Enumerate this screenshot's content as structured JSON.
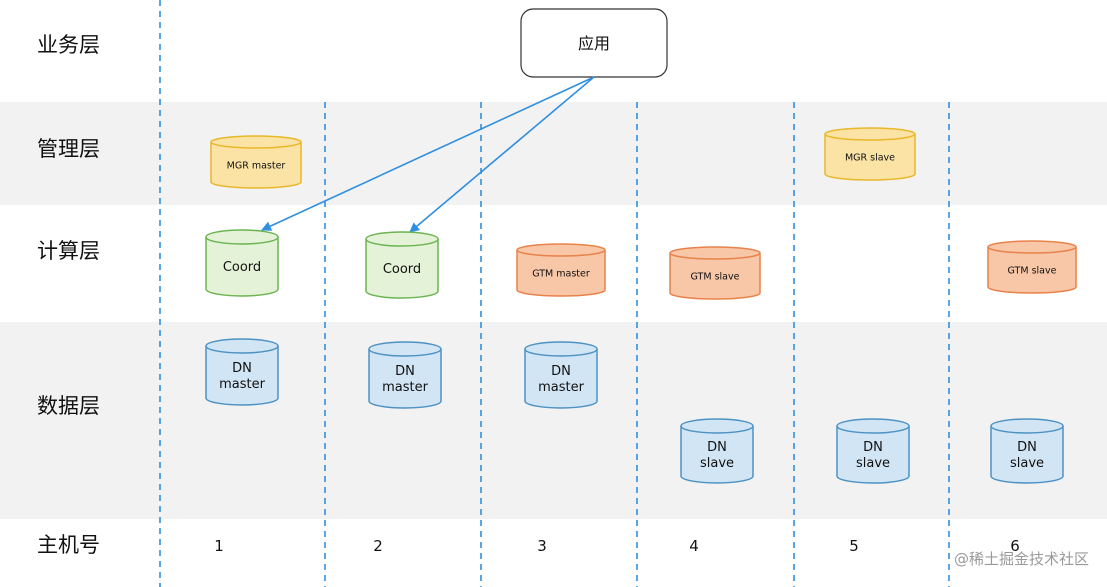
{
  "layers": [
    {
      "key": "business",
      "label": "业务层"
    },
    {
      "key": "management",
      "label": "管理层"
    },
    {
      "key": "compute",
      "label": "计算层"
    },
    {
      "key": "data",
      "label": "数据层"
    },
    {
      "key": "host",
      "label": "主机号"
    }
  ],
  "app_box": {
    "label": "应用"
  },
  "hosts": [
    "1",
    "2",
    "3",
    "4",
    "5",
    "6"
  ],
  "components": [
    {
      "name": "mgr-master",
      "lines": [
        "MGR master"
      ],
      "kind": "mgr",
      "host": 1,
      "layer": "management"
    },
    {
      "name": "mgr-slave",
      "lines": [
        "MGR slave"
      ],
      "kind": "mgr",
      "host": 5,
      "layer": "management"
    },
    {
      "name": "coord-1",
      "lines": [
        "Coord"
      ],
      "kind": "coord",
      "host": 1,
      "layer": "compute"
    },
    {
      "name": "coord-2",
      "lines": [
        "Coord"
      ],
      "kind": "coord",
      "host": 2,
      "layer": "compute"
    },
    {
      "name": "gtm-master",
      "lines": [
        "GTM master"
      ],
      "kind": "gtm",
      "host": 3,
      "layer": "compute"
    },
    {
      "name": "gtm-slave-4",
      "lines": [
        "GTM slave"
      ],
      "kind": "gtm",
      "host": 4,
      "layer": "compute"
    },
    {
      "name": "gtm-slave-6",
      "lines": [
        "GTM slave"
      ],
      "kind": "gtm",
      "host": 6,
      "layer": "compute"
    },
    {
      "name": "dn-master-1",
      "lines": [
        "DN",
        "master"
      ],
      "kind": "dn",
      "host": 1,
      "layer": "data"
    },
    {
      "name": "dn-master-2",
      "lines": [
        "DN",
        "master"
      ],
      "kind": "dn",
      "host": 2,
      "layer": "data"
    },
    {
      "name": "dn-master-3",
      "lines": [
        "DN",
        "master"
      ],
      "kind": "dn",
      "host": 3,
      "layer": "data"
    },
    {
      "name": "dn-slave-4",
      "lines": [
        "DN",
        "slave"
      ],
      "kind": "dn",
      "host": 4,
      "layer": "data"
    },
    {
      "name": "dn-slave-5",
      "lines": [
        "DN",
        "slave"
      ],
      "kind": "dn",
      "host": 5,
      "layer": "data"
    },
    {
      "name": "dn-slave-6",
      "lines": [
        "DN",
        "slave"
      ],
      "kind": "dn",
      "host": 6,
      "layer": "data"
    }
  ],
  "connections": [
    {
      "from": "app",
      "to": "coord-1"
    },
    {
      "from": "app",
      "to": "coord-2"
    }
  ],
  "colors": {
    "band_shaded": "#f2f2f2",
    "divider": "#2f8fe0",
    "arrow": "#2f8fe0",
    "mgr_fill": "#fbe3a6",
    "mgr_stroke": "#e9b82a",
    "coord_fill": "#e4f2d8",
    "coord_stroke": "#6bb451",
    "gtm_fill": "#f8c7a8",
    "gtm_stroke": "#e8824a",
    "dn_fill": "#d2e5f4",
    "dn_stroke": "#4c92c4"
  },
  "watermark": "@稀土掘金技术社区"
}
